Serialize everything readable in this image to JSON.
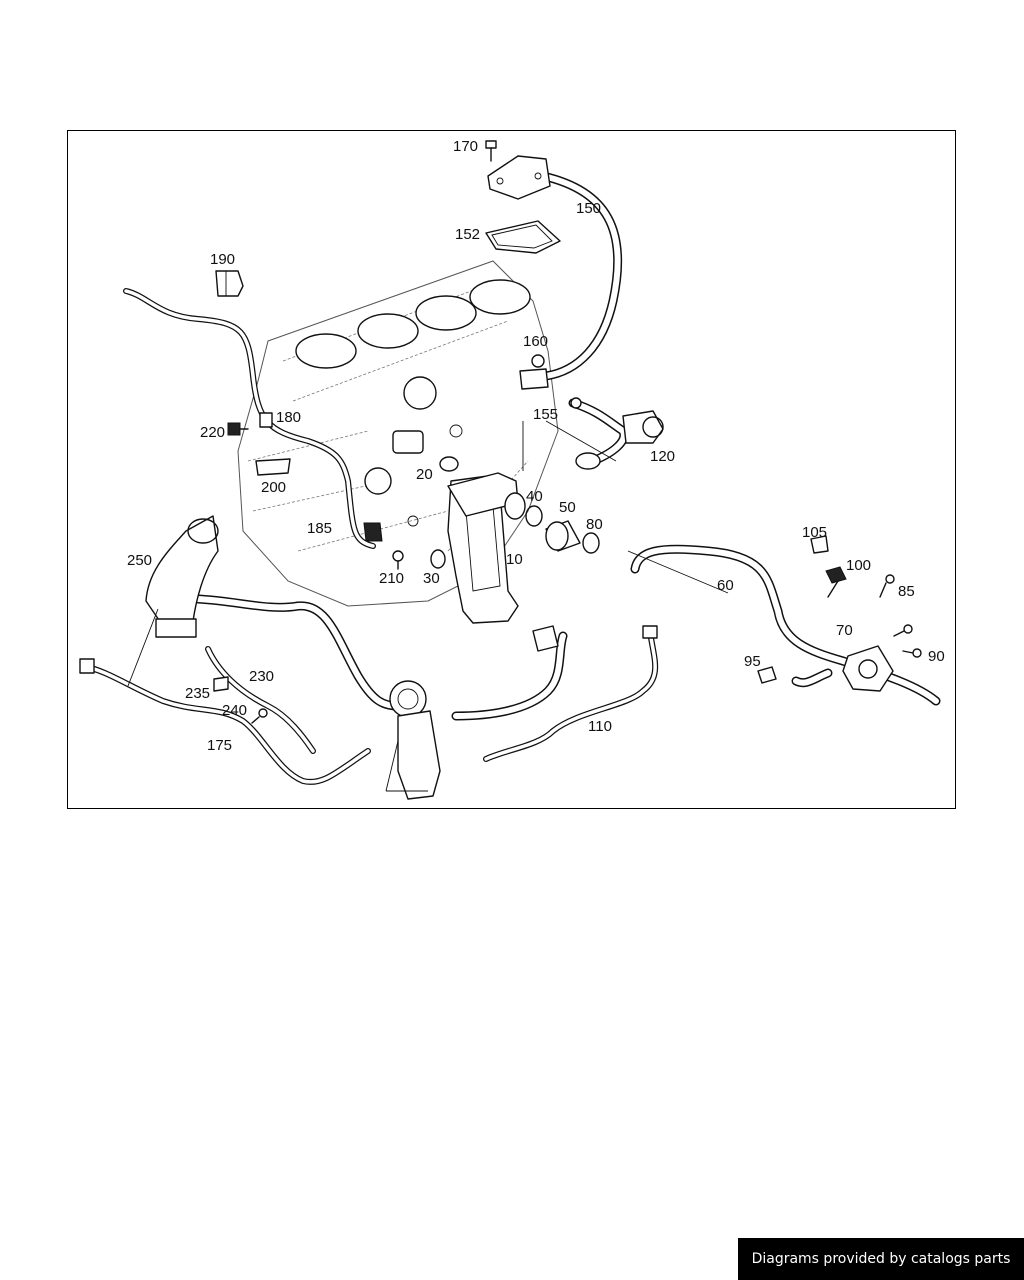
{
  "diagram": {
    "callouts": [
      {
        "id": "170",
        "label": "170"
      },
      {
        "id": "150",
        "label": "150"
      },
      {
        "id": "152",
        "label": "152"
      },
      {
        "id": "190",
        "label": "190"
      },
      {
        "id": "160",
        "label": "160"
      },
      {
        "id": "180",
        "label": "180"
      },
      {
        "id": "155",
        "label": "155"
      },
      {
        "id": "220",
        "label": "220"
      },
      {
        "id": "120",
        "label": "120"
      },
      {
        "id": "20",
        "label": "20"
      },
      {
        "id": "200",
        "label": "200"
      },
      {
        "id": "40",
        "label": "40"
      },
      {
        "id": "50",
        "label": "50"
      },
      {
        "id": "80",
        "label": "80"
      },
      {
        "id": "185",
        "label": "185"
      },
      {
        "id": "105",
        "label": "105"
      },
      {
        "id": "250",
        "label": "250"
      },
      {
        "id": "10",
        "label": "10"
      },
      {
        "id": "100",
        "label": "100"
      },
      {
        "id": "210",
        "label": "210"
      },
      {
        "id": "30",
        "label": "30"
      },
      {
        "id": "60",
        "label": "60"
      },
      {
        "id": "85",
        "label": "85"
      },
      {
        "id": "70",
        "label": "70"
      },
      {
        "id": "90",
        "label": "90"
      },
      {
        "id": "95",
        "label": "95"
      },
      {
        "id": "230",
        "label": "230"
      },
      {
        "id": "235",
        "label": "235"
      },
      {
        "id": "240",
        "label": "240"
      },
      {
        "id": "110",
        "label": "110"
      },
      {
        "id": "175",
        "label": "175"
      }
    ]
  },
  "footer": {
    "credit": "Diagrams provided by catalogs parts"
  }
}
